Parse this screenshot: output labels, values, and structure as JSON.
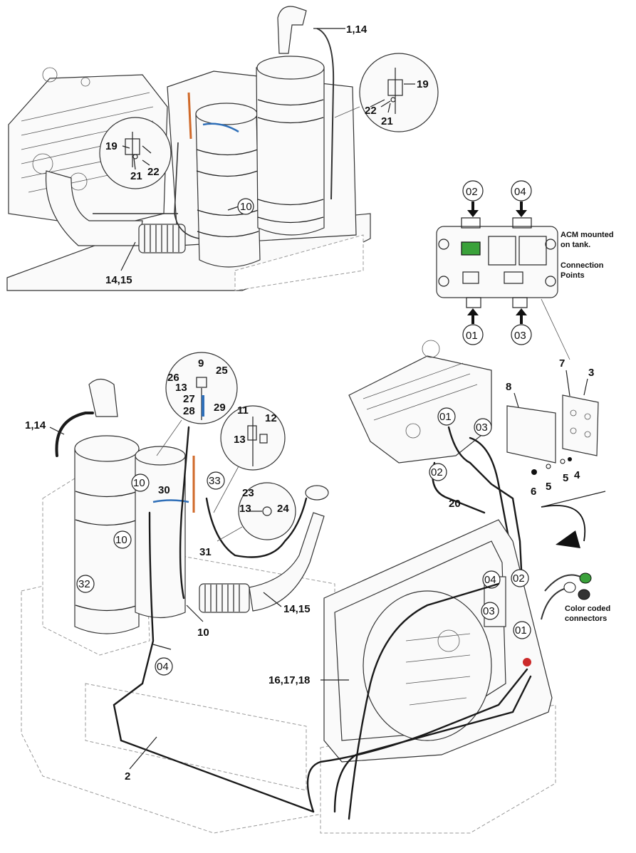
{
  "callouts": {
    "top_1_14": "1,14",
    "top_19a": "19",
    "top_22a": "22",
    "top_21a": "21",
    "top_19b": "19",
    "top_21b": "21",
    "top_22b": "22",
    "top_10": "10",
    "top_14_15": "14,15",
    "mid_9": "9",
    "mid_26": "26",
    "mid_25": "25",
    "mid_13a": "13",
    "mid_27": "27",
    "mid_28": "28",
    "mid_29": "29",
    "mid_11": "11",
    "mid_12": "12",
    "mid_13b": "13",
    "mid_33": "33",
    "mid_23": "23",
    "mid_13c": "13",
    "mid_24": "24",
    "mid_1_14": "1,14",
    "mid_10a": "10",
    "mid_30": "30",
    "mid_10b": "10",
    "mid_31": "31",
    "mid_32": "32",
    "mid_10c": "10",
    "mid_14_15": "14,15",
    "mid_04": "04",
    "bot_2": "2",
    "bot_16_17_18": "16,17,18",
    "r_7": "7",
    "r_8": "8",
    "r_3": "3",
    "r_6": "6",
    "r_5a": "5",
    "r_5b": "5",
    "r_4": "4",
    "r_20": "20",
    "r_01a": "01",
    "r_02a": "02",
    "r_03a": "03",
    "r_04": "04",
    "r_02b": "02",
    "r_03b": "03",
    "r_01b": "01"
  },
  "acm": {
    "port_02": "02",
    "port_04": "04",
    "port_01": "01",
    "port_03": "03",
    "note1": "ACM mounted",
    "note2": "on tank.",
    "note3": "Connection",
    "note4": "Points"
  },
  "connectors_note": {
    "line1": "Color coded",
    "line2": "connectors"
  },
  "colors": {
    "green_connector": "#3aa13a",
    "blue_line": "#2f6fb8",
    "orange_line": "#d06a2a",
    "red_detail": "#cc2a2a"
  }
}
